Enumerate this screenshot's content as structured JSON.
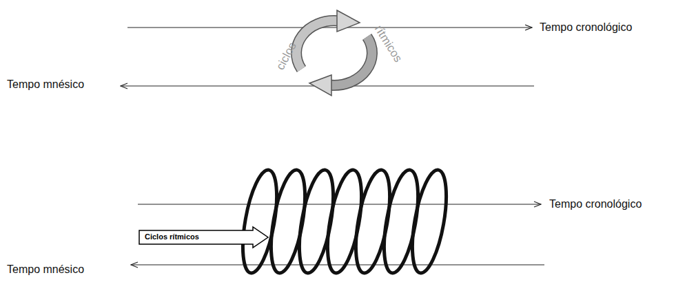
{
  "diagram": {
    "nodes": [
      {
        "text": [
          "Ciclos rítmicos"
        ]
      }
    ],
    "labels": [
      "Tempo cronológico",
      "ciclos",
      "rítmicos",
      "Tempo mnésico",
      "Tempo cronológico",
      "Tempo mnésico"
    ]
  }
}
